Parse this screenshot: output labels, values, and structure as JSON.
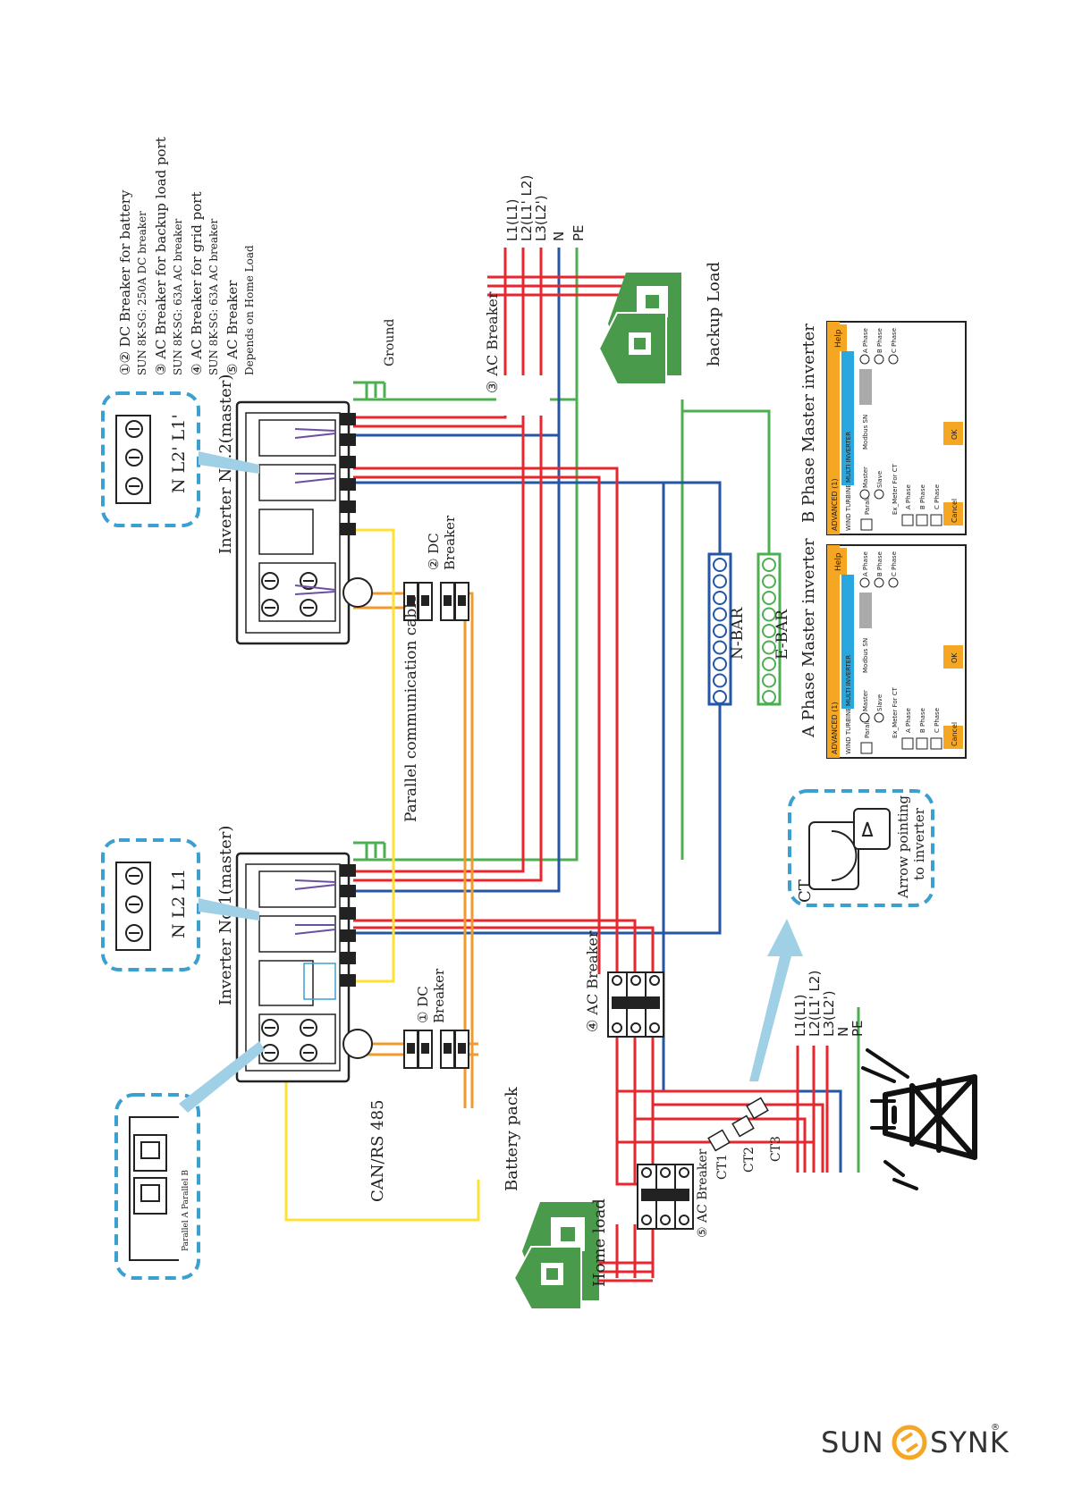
{
  "legend": {
    "line1": "①② DC Breaker for battery",
    "line2": "SUN 8K-SG: 250A DC breaker",
    "line3": "③ AC Breaker for backup load port",
    "line4": "SUN 8K-SG: 63A AC breaker",
    "line5": "④ AC Breaker for grid port",
    "line6": "SUN 8K-SG: 63A AC breaker",
    "line7": "⑤ AC Breaker",
    "line8": "Depends on Home Load"
  },
  "inverter2": {
    "label": "Inverter No.2(master)",
    "terminals": "N  L2'  L1'"
  },
  "inverter1": {
    "label": "Inverter No.1(master)",
    "terminals": "N  L2  L1"
  },
  "ground_label": "Ground",
  "ac_breaker3": "③ AC Breaker",
  "backup_lines": [
    "L1(L1)",
    "L2(L1' L2)",
    "L3(L2')",
    "N",
    "PE"
  ],
  "backup_load": "backup Load",
  "dc_breaker2": [
    "② DC",
    "Breaker"
  ],
  "dc_breaker1": [
    "① DC",
    "Breaker"
  ],
  "parallel_cable": "Parallel communication cable",
  "nbar": "N-BAR",
  "ebar": "E-BAR",
  "ac_breaker4": "④ AC Breaker",
  "grid_lines": [
    "L1(L1)",
    "L2(L1' L2)",
    "L3(L2')",
    "N",
    "PE"
  ],
  "ct_labels": [
    "CT1",
    "CT2",
    "CT3"
  ],
  "ac_breaker5": "⑤ AC Breaker",
  "home_load": "Home load",
  "battery_pack": "Battery pack",
  "can_rs485": "CAN/RS 485",
  "parallel_ports": "Parallel A  Parallel B",
  "ct_box": {
    "ct": "CT",
    "line1": "Arrow pointing",
    "line2": "to inverter"
  },
  "screen_a": {
    "caption": "A Phase Master inverter",
    "header": "ADVANCED (1)",
    "help": "Help",
    "tab1": "WIND TURBINE",
    "tab2": "MULTI INVERTER",
    "parallel": "Parallel",
    "master": "Master",
    "slave": "Slave",
    "modbus": "Modbus SN",
    "ex_meter": "Ex_Meter For CT",
    "a_phase": "A Phase",
    "b_phase": "B Phase",
    "c_phase": "C Phase",
    "cancel": "Cancel",
    "ok": "OK"
  },
  "screen_b": {
    "caption": "B Phase Master inverter",
    "header": "ADVANCED (1)",
    "help": "Help",
    "tab1": "WIND TURBINE",
    "tab2": "MULTI INVERTER",
    "parallel": "Parallel",
    "master": "Master",
    "slave": "Slave",
    "modbus": "Modbus SN",
    "ex_meter": "Ex_Meter For CT",
    "a_phase": "A Phase",
    "b_phase": "B Phase",
    "c_phase": "C Phase",
    "cancel": "Cancel",
    "ok": "OK"
  },
  "brand": {
    "left": "SUN",
    "right": "SYNK",
    "mark": "®"
  },
  "colors": {
    "live": "#e8262d",
    "neutral": "#2456a6",
    "earth": "#4caf50",
    "dc": "#f39a2c",
    "comm": "#ffe033",
    "dash_box": "#3aa0cf",
    "house": "#4a9a4c",
    "arrow": "#9fd0e6"
  }
}
